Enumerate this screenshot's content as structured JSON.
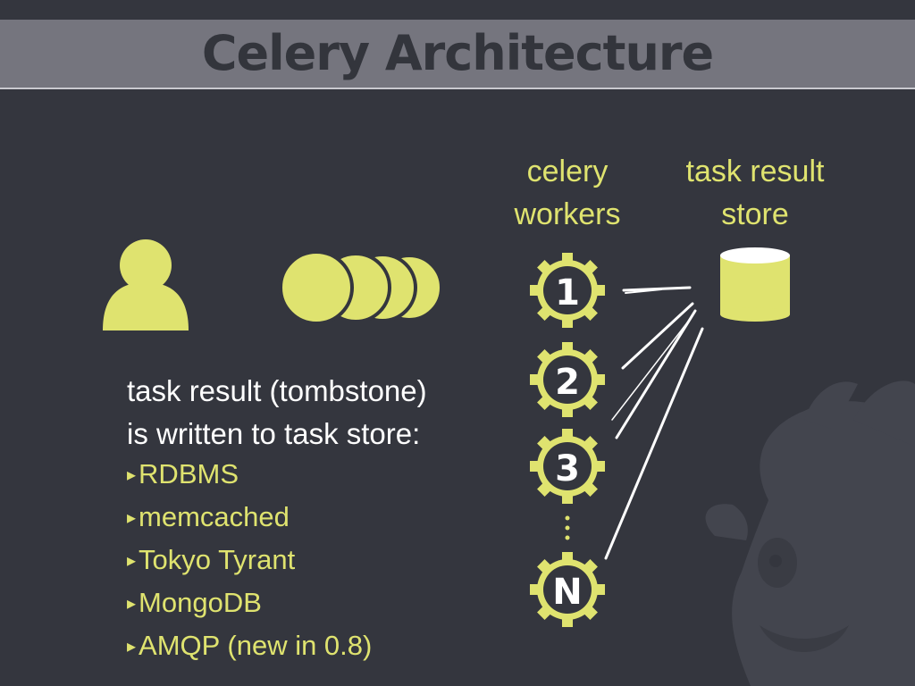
{
  "slide": {
    "title": "Celery Architecture"
  },
  "diagram": {
    "workers_label_line1": "celery",
    "workers_label_line2": "workers",
    "store_label_line1": "task result",
    "store_label_line2": "store",
    "workers": [
      {
        "label": "1"
      },
      {
        "label": "2"
      },
      {
        "label": "3"
      },
      {
        "label": "N"
      }
    ],
    "icons": {
      "user": "user-icon",
      "tasks": "task-queue-icon",
      "store": "database-icon",
      "worker": "gear-icon",
      "background": "mascot-icon"
    },
    "accent_color": "#dfe36f"
  },
  "description": {
    "line1": "task result (tombstone)",
    "line2": "is written to task store:"
  },
  "stores": [
    {
      "bullet": "▸",
      "label": "RDBMS"
    },
    {
      "bullet": "▸",
      "label": "memcached"
    },
    {
      "bullet": "▸",
      "label": "Tokyo Tyrant"
    },
    {
      "bullet": "▸",
      "label": "MongoDB"
    },
    {
      "bullet": "▸",
      "label": "AMQP (new in 0.8)"
    }
  ]
}
